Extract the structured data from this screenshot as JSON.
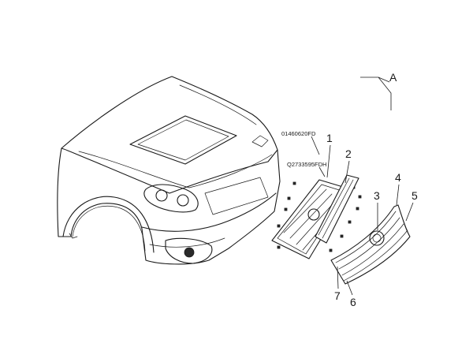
{
  "diagram": {
    "view_marker": "A",
    "part_numbers": [
      {
        "text": "01460620FD"
      },
      {
        "text": "Q2733595FDH"
      }
    ],
    "callouts": [
      "1",
      "2",
      "3",
      "4",
      "5",
      "6",
      "7"
    ]
  }
}
